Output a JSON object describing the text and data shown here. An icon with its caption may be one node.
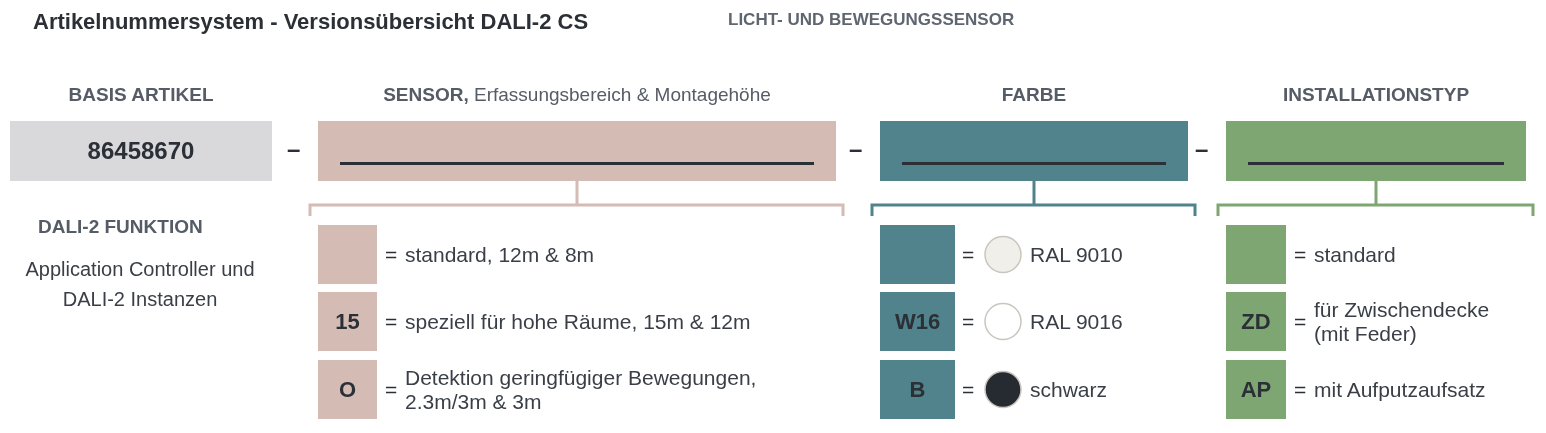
{
  "diagram": {
    "title": "Artikelnummersystem - Versionsübersicht DALI-2 CS",
    "nodes": [
      {
        "text": [
          "BASIS ARTIKEL",
          "86458670"
        ]
      },
      {
        "text": [
          "**SENSOR,** Erfassungsbereich & Montagehöhe"
        ]
      },
      {
        "text": [
          "FARBE"
        ]
      },
      {
        "text": [
          "INSTALLATIONSTYP"
        ]
      },
      {
        "text": [],
        "shape": "box",
        "beside": [
          "=",
          "standard, 12m & 8m"
        ]
      },
      {
        "text": [
          "15"
        ],
        "beside": [
          "=",
          "speziell für hohe Räume, 15m & 12m"
        ]
      },
      {
        "text": [
          "O"
        ],
        "beside": [
          "=",
          "Detektion geringfügiger Bewegungen, 2.3m/3m & 3m"
        ]
      },
      {
        "text": [],
        "shape": "box",
        "beside": [
          "=",
          "RAL 9010"
        ]
      },
      {
        "text": [
          "W16"
        ],
        "beside": [
          "=",
          "RAL 9016"
        ]
      },
      {
        "text": [
          "B"
        ],
        "beside": [
          "=",
          "schwarz"
        ]
      },
      {
        "text": [],
        "shape": "box",
        "beside": [
          "=",
          "standard"
        ]
      },
      {
        "text": [
          "ZD"
        ],
        "beside": [
          "=",
          "für Zwischendecke (mit Feder)"
        ]
      },
      {
        "text": [
          "AP"
        ],
        "beside": [
          "=",
          "mit Aufputzaufsatz"
        ]
      }
    ],
    "labels": [
      "LICHT- UND BEWEGUNGSSENSOR",
      "–",
      "–",
      "–",
      "DALI-2 FUNKTION",
      "Application Controller und DALI-2 Instanzen"
    ]
  }
}
